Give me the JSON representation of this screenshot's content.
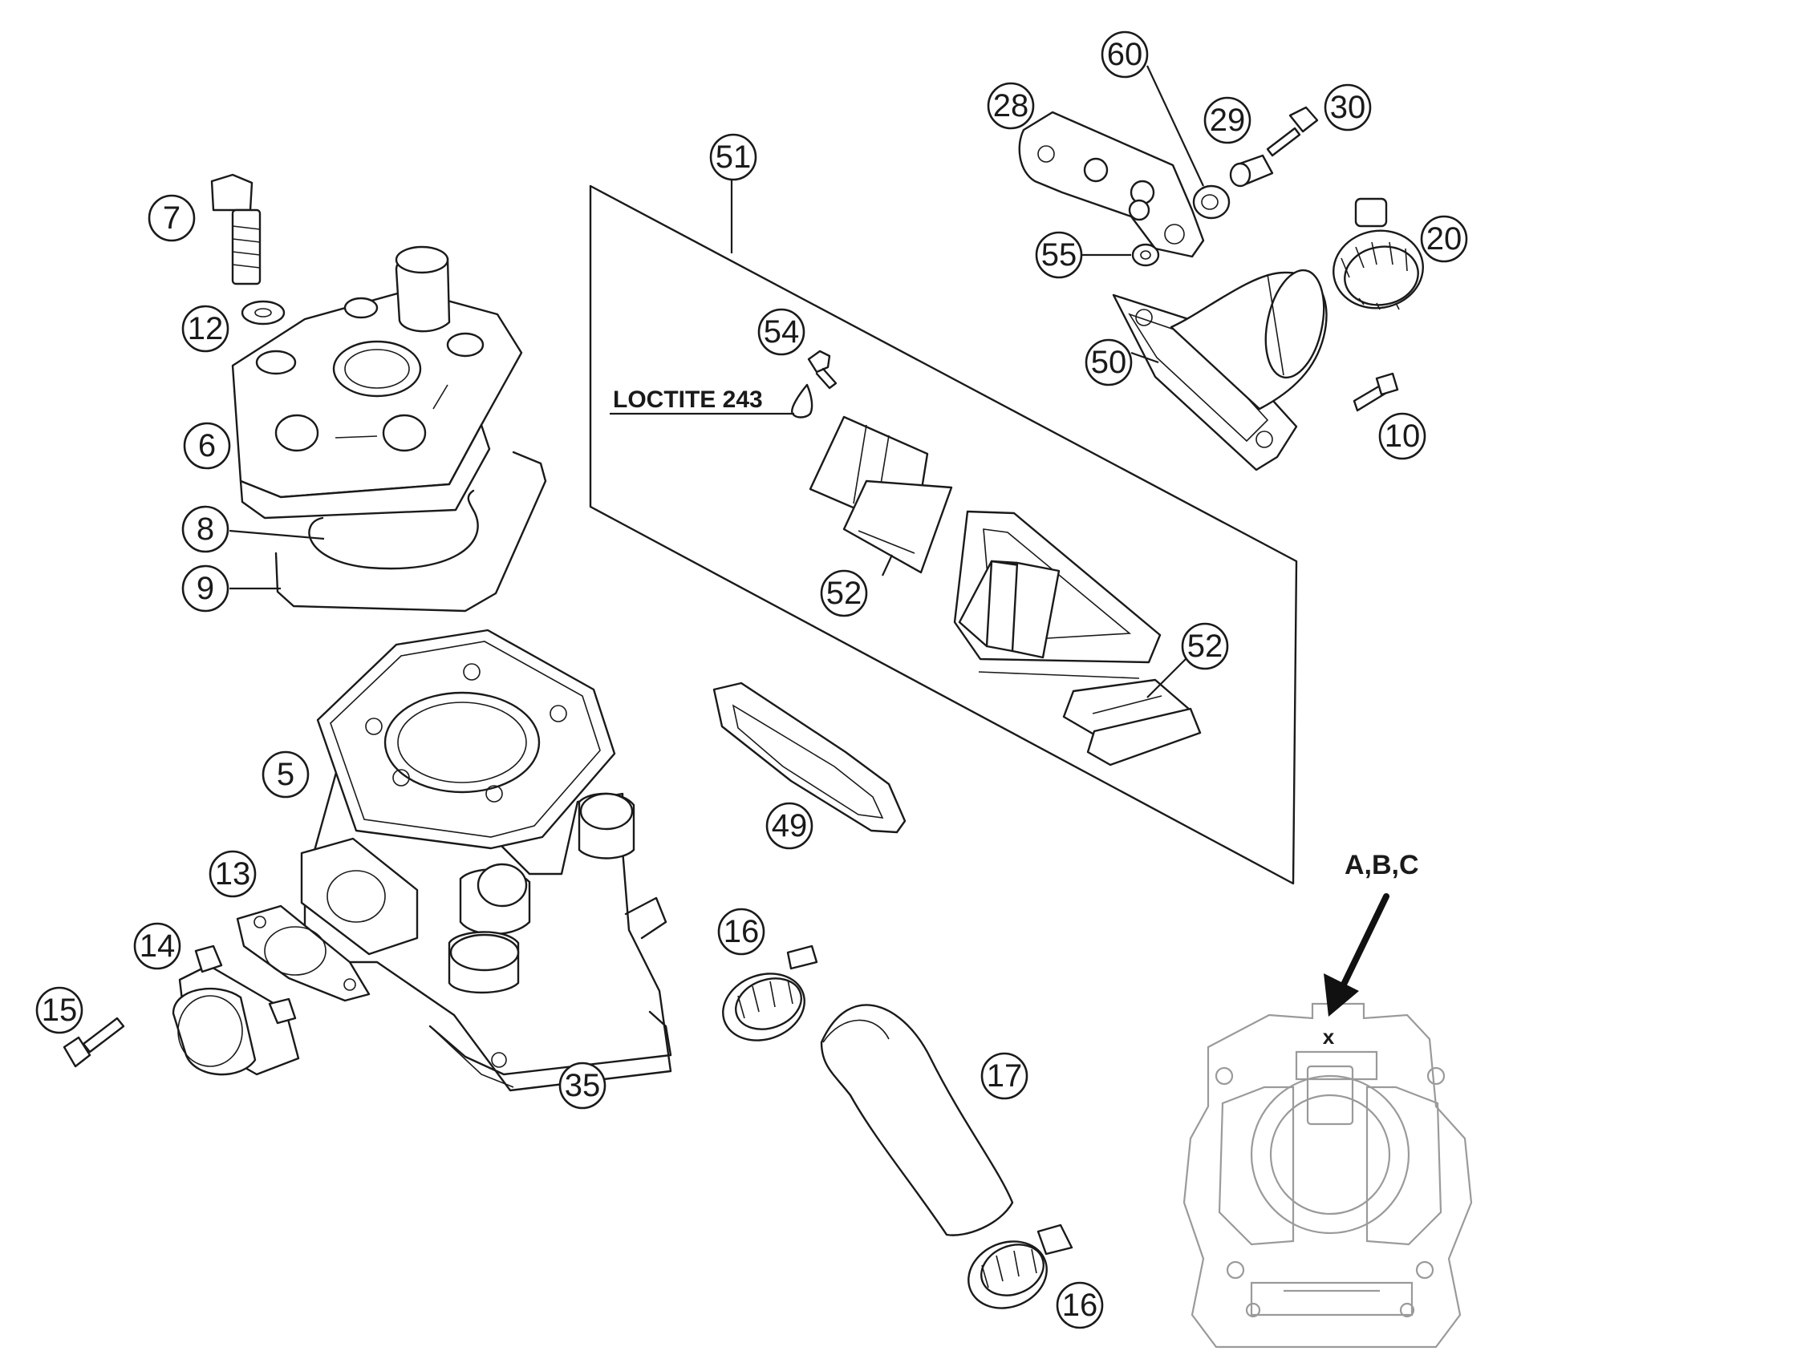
{
  "callouts": [
    {
      "id": "c51",
      "label": "51"
    },
    {
      "id": "c60",
      "label": "60"
    },
    {
      "id": "c28",
      "label": "28"
    },
    {
      "id": "c29",
      "label": "29"
    },
    {
      "id": "c30",
      "label": "30"
    },
    {
      "id": "c20",
      "label": "20"
    },
    {
      "id": "c55",
      "label": "55"
    },
    {
      "id": "c50",
      "label": "50"
    },
    {
      "id": "c10",
      "label": "10"
    },
    {
      "id": "c7",
      "label": "7"
    },
    {
      "id": "c12",
      "label": "12"
    },
    {
      "id": "c6",
      "label": "6"
    },
    {
      "id": "c8",
      "label": "8"
    },
    {
      "id": "c9",
      "label": "9"
    },
    {
      "id": "c54",
      "label": "54"
    },
    {
      "id": "c52a",
      "label": "52"
    },
    {
      "id": "c52b",
      "label": "52"
    },
    {
      "id": "c5",
      "label": "5"
    },
    {
      "id": "c49",
      "label": "49"
    },
    {
      "id": "c13",
      "label": "13"
    },
    {
      "id": "c14",
      "label": "14"
    },
    {
      "id": "c15",
      "label": "15"
    },
    {
      "id": "c35",
      "label": "35"
    },
    {
      "id": "c16a",
      "label": "16"
    },
    {
      "id": "c17",
      "label": "17"
    },
    {
      "id": "c16b",
      "label": "16"
    }
  ],
  "notes": {
    "loctite": "LOCTITE 243",
    "variants": "A,B,C",
    "marker": "x"
  }
}
